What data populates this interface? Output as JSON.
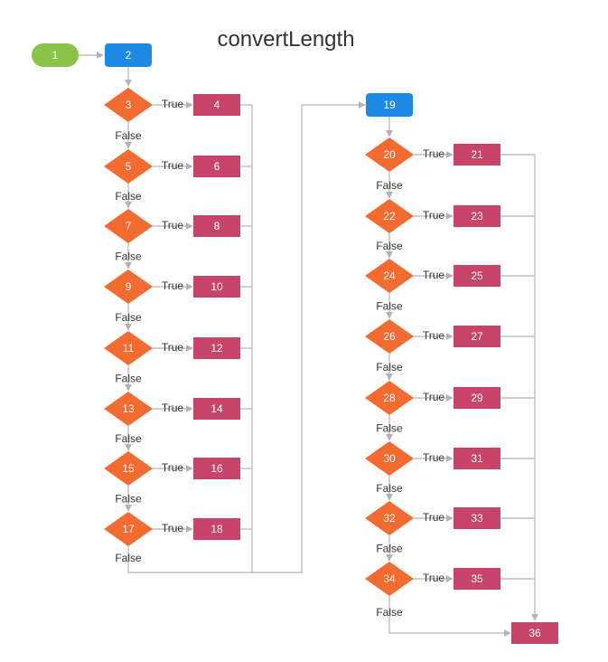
{
  "title": "convertLength",
  "colors": {
    "start": "#8bc34a",
    "process": "#1e88e5",
    "decision": "#f26b30",
    "action": "#c8456a",
    "edge": "#b3b3b3",
    "label": "#333333"
  },
  "labels": {
    "true": "True",
    "false": "False"
  },
  "nodes": [
    {
      "id": "1",
      "kind": "start"
    },
    {
      "id": "2",
      "kind": "process"
    },
    {
      "id": "3",
      "kind": "decision"
    },
    {
      "id": "4",
      "kind": "action"
    },
    {
      "id": "5",
      "kind": "decision"
    },
    {
      "id": "6",
      "kind": "action"
    },
    {
      "id": "7",
      "kind": "decision"
    },
    {
      "id": "8",
      "kind": "action"
    },
    {
      "id": "9",
      "kind": "decision"
    },
    {
      "id": "10",
      "kind": "action"
    },
    {
      "id": "11",
      "kind": "decision"
    },
    {
      "id": "12",
      "kind": "action"
    },
    {
      "id": "13",
      "kind": "decision"
    },
    {
      "id": "14",
      "kind": "action"
    },
    {
      "id": "15",
      "kind": "decision"
    },
    {
      "id": "16",
      "kind": "action"
    },
    {
      "id": "17",
      "kind": "decision"
    },
    {
      "id": "18",
      "kind": "action"
    },
    {
      "id": "19",
      "kind": "process"
    },
    {
      "id": "20",
      "kind": "decision"
    },
    {
      "id": "21",
      "kind": "action"
    },
    {
      "id": "22",
      "kind": "decision"
    },
    {
      "id": "23",
      "kind": "action"
    },
    {
      "id": "24",
      "kind": "decision"
    },
    {
      "id": "25",
      "kind": "action"
    },
    {
      "id": "26",
      "kind": "decision"
    },
    {
      "id": "27",
      "kind": "action"
    },
    {
      "id": "28",
      "kind": "decision"
    },
    {
      "id": "29",
      "kind": "action"
    },
    {
      "id": "30",
      "kind": "decision"
    },
    {
      "id": "31",
      "kind": "action"
    },
    {
      "id": "32",
      "kind": "decision"
    },
    {
      "id": "33",
      "kind": "action"
    },
    {
      "id": "34",
      "kind": "decision"
    },
    {
      "id": "35",
      "kind": "action"
    },
    {
      "id": "36",
      "kind": "action"
    }
  ],
  "edges": [
    {
      "from": "1",
      "to": "2"
    },
    {
      "from": "2",
      "to": "3"
    },
    {
      "from": "3",
      "to": "4",
      "label": "True"
    },
    {
      "from": "3",
      "to": "5",
      "label": "False"
    },
    {
      "from": "5",
      "to": "6",
      "label": "True"
    },
    {
      "from": "5",
      "to": "7",
      "label": "False"
    },
    {
      "from": "7",
      "to": "8",
      "label": "True"
    },
    {
      "from": "7",
      "to": "9",
      "label": "False"
    },
    {
      "from": "9",
      "to": "10",
      "label": "True"
    },
    {
      "from": "9",
      "to": "11",
      "label": "False"
    },
    {
      "from": "11",
      "to": "12",
      "label": "True"
    },
    {
      "from": "11",
      "to": "13",
      "label": "False"
    },
    {
      "from": "13",
      "to": "14",
      "label": "True"
    },
    {
      "from": "13",
      "to": "15",
      "label": "False"
    },
    {
      "from": "15",
      "to": "16",
      "label": "True"
    },
    {
      "from": "15",
      "to": "17",
      "label": "False"
    },
    {
      "from": "17",
      "to": "18",
      "label": "True"
    },
    {
      "from": "17",
      "to": "19",
      "label": "False"
    },
    {
      "from": "4",
      "to": "19"
    },
    {
      "from": "6",
      "to": "19"
    },
    {
      "from": "8",
      "to": "19"
    },
    {
      "from": "10",
      "to": "19"
    },
    {
      "from": "12",
      "to": "19"
    },
    {
      "from": "14",
      "to": "19"
    },
    {
      "from": "16",
      "to": "19"
    },
    {
      "from": "18",
      "to": "19"
    },
    {
      "from": "19",
      "to": "20"
    },
    {
      "from": "20",
      "to": "21",
      "label": "True"
    },
    {
      "from": "20",
      "to": "22",
      "label": "False"
    },
    {
      "from": "22",
      "to": "23",
      "label": "True"
    },
    {
      "from": "22",
      "to": "24",
      "label": "False"
    },
    {
      "from": "24",
      "to": "25",
      "label": "True"
    },
    {
      "from": "24",
      "to": "26",
      "label": "False"
    },
    {
      "from": "26",
      "to": "27",
      "label": "True"
    },
    {
      "from": "26",
      "to": "28",
      "label": "False"
    },
    {
      "from": "28",
      "to": "29",
      "label": "True"
    },
    {
      "from": "28",
      "to": "30",
      "label": "False"
    },
    {
      "from": "30",
      "to": "31",
      "label": "True"
    },
    {
      "from": "30",
      "to": "32",
      "label": "False"
    },
    {
      "from": "32",
      "to": "33",
      "label": "True"
    },
    {
      "from": "32",
      "to": "34",
      "label": "False"
    },
    {
      "from": "34",
      "to": "35",
      "label": "True"
    },
    {
      "from": "34",
      "to": "36",
      "label": "False"
    },
    {
      "from": "21",
      "to": "36"
    },
    {
      "from": "23",
      "to": "36"
    },
    {
      "from": "25",
      "to": "36"
    },
    {
      "from": "27",
      "to": "36"
    },
    {
      "from": "29",
      "to": "36"
    },
    {
      "from": "31",
      "to": "36"
    },
    {
      "from": "33",
      "to": "36"
    },
    {
      "from": "35",
      "to": "36"
    }
  ]
}
